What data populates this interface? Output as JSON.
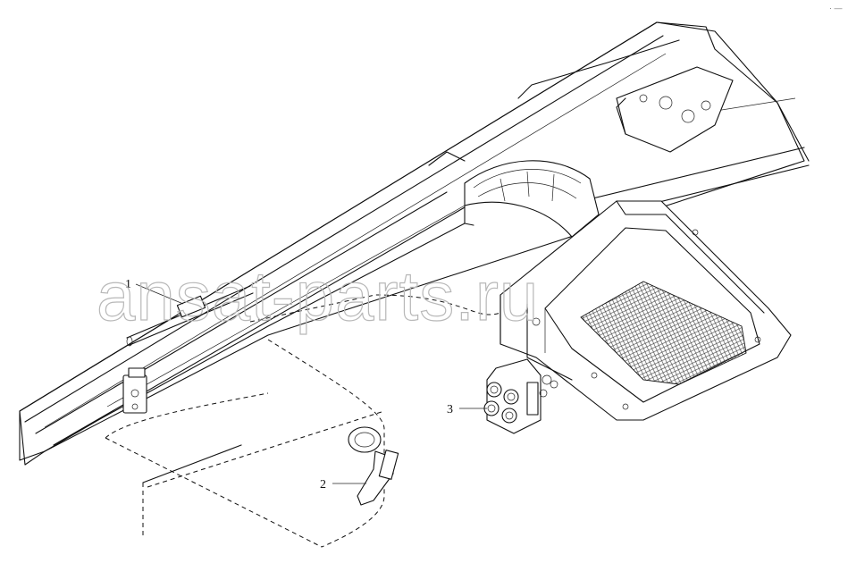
{
  "callouts": [
    {
      "id": "1",
      "label": "1"
    },
    {
      "id": "2",
      "label": "2"
    },
    {
      "id": "3",
      "label": "3"
    }
  ],
  "watermark": {
    "text": "ansat-parts.ru",
    "corner_tag": "· —"
  },
  "colors": {
    "background": "#ffffff",
    "line": "#111111",
    "watermark": "#b8b8b8",
    "mesh": "#333333"
  }
}
